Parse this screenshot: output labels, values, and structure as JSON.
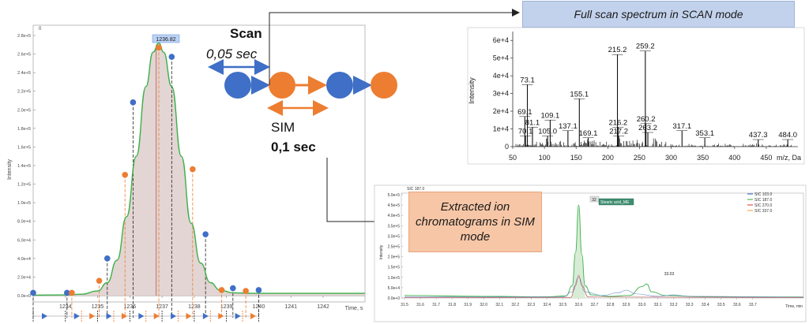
{
  "colors": {
    "scan": "#3f6fc6",
    "sim": "#ed7d31",
    "green": "#3cb04a",
    "fill": "#e3d5d3",
    "boxBlue": "#c3d2ec",
    "boxOrange": "#f6c6a6"
  },
  "annotations": {
    "scan_label": "Scan",
    "scan_time": "0,05 sec",
    "sim_label": "SIM",
    "sim_time": "0,1 sec",
    "fullscan_box": "Full scan spectrum in SCAN mode",
    "eic_box": "Extracted ion\nchromatograms in SIM\nmode"
  },
  "chart_data": [
    {
      "type": "line",
      "name": "peak",
      "top_left_label": "0",
      "ylabel": "Intensity",
      "xlabel": "Time, s",
      "xlim": [
        1233.0,
        1243.3
      ],
      "ylim": [
        0,
        280000
      ],
      "y_ticks": [
        "0.0e+0",
        "2.0e+4",
        "4.0e+4",
        "6.0e+4",
        "8.0e+4",
        "1.0e+5",
        "1.2e+5",
        "1.4e+5",
        "1.6e+5",
        "1.8e+5",
        "2.0e+5",
        "2.2e+5",
        "2.4e+5",
        "2.6e+5",
        "2.8e+5"
      ],
      "x_ticks": [
        "1234",
        "1235",
        "1236",
        "1237",
        "1238",
        "1239",
        "1240",
        "1241",
        "1242"
      ],
      "x_tick_values": [
        1234,
        1235,
        1236,
        1237,
        1238,
        1239,
        1240,
        1241,
        1242
      ],
      "peak_label": "1236.82",
      "peak_label_x": 1236.82,
      "curve": [
        [
          1233.0,
          500
        ],
        [
          1234.0,
          800
        ],
        [
          1234.5,
          1500
        ],
        [
          1235.0,
          5000
        ],
        [
          1235.3,
          14000
        ],
        [
          1235.6,
          38000
        ],
        [
          1235.9,
          85000
        ],
        [
          1236.2,
          150000
        ],
        [
          1236.5,
          225000
        ],
        [
          1236.72,
          262000
        ],
        [
          1236.9,
          272000
        ],
        [
          1237.05,
          262000
        ],
        [
          1237.3,
          225000
        ],
        [
          1237.6,
          150000
        ],
        [
          1237.9,
          78000
        ],
        [
          1238.2,
          35000
        ],
        [
          1238.5,
          14000
        ],
        [
          1238.8,
          6000
        ],
        [
          1239.2,
          3000
        ],
        [
          1239.8,
          2500
        ],
        [
          1241.0,
          2500
        ],
        [
          1243.3,
          2500
        ]
      ],
      "scan_points": [
        [
          1233.0,
          3000
        ],
        [
          1234.05,
          3000
        ],
        [
          1235.3,
          40000
        ],
        [
          1236.1,
          208000
        ],
        [
          1237.3,
          257000
        ],
        [
          1238.35,
          66000
        ],
        [
          1239.2,
          8000
        ],
        [
          1240.0,
          6000
        ]
      ],
      "sim_points": [
        [
          1234.2,
          3000
        ],
        [
          1235.05,
          16000
        ],
        [
          1235.85,
          130000
        ],
        [
          1236.9,
          267000
        ],
        [
          1237.95,
          136000
        ],
        [
          1238.85,
          6000
        ],
        [
          1239.6,
          5000
        ]
      ],
      "scan_markers_x": [
        1233.0,
        1234.0,
        1235.0,
        1236.0,
        1237.0,
        1238.0,
        1239.0,
        1240.0
      ],
      "sim_markers_x": [
        1234.5,
        1235.5,
        1236.5,
        1237.5,
        1238.5,
        1239.5
      ]
    },
    {
      "type": "bar",
      "name": "spectrum",
      "ylabel": "Intensity",
      "xlabel": "m/z, Da",
      "xlim": [
        50,
        500
      ],
      "ylim": [
        0,
        65000
      ],
      "y_ticks": [
        "0",
        "1e+4",
        "2e+4",
        "3e+4",
        "4e+4",
        "5e+4",
        "6e+4"
      ],
      "y_tick_values": [
        0,
        10000,
        20000,
        30000,
        40000,
        50000,
        60000
      ],
      "x_ticks": [
        "50",
        "100",
        "150",
        "200",
        "250",
        "300",
        "350",
        "400",
        "450"
      ],
      "x_tick_values": [
        50,
        100,
        150,
        200,
        250,
        300,
        350,
        400,
        450
      ],
      "peaks": [
        [
          73.1,
          35000
        ],
        [
          69.1,
          17000
        ],
        [
          81.1,
          11000
        ],
        [
          70.1,
          6000
        ],
        [
          109.1,
          15000
        ],
        [
          105.0,
          6000
        ],
        [
          155.1,
          27000
        ],
        [
          137.1,
          9000
        ],
        [
          169.1,
          5000
        ],
        [
          215.2,
          52000
        ],
        [
          259.2,
          54000
        ],
        [
          216.2,
          11000
        ],
        [
          217.2,
          6000
        ],
        [
          260.2,
          13000
        ],
        [
          263.2,
          8000
        ],
        [
          317.1,
          9000
        ],
        [
          353.1,
          5000
        ],
        [
          437.3,
          4000
        ],
        [
          484.0,
          4000
        ]
      ],
      "labels": [
        "73.1",
        "69.1",
        "81.1",
        "70.1",
        "109.1",
        "105.0",
        "155.1",
        "137.1",
        "169.1",
        "215.2",
        "259.2",
        "216.2",
        "217.2",
        "260.2",
        "263.2",
        "317.1",
        "353.1",
        "437.3",
        "484.0"
      ]
    },
    {
      "type": "line",
      "name": "eic",
      "title": "SIC 187.0",
      "ylabel": "Intensity",
      "xlabel": "Time, min",
      "xlim": [
        31.48,
        34.02
      ],
      "ylim": [
        0,
        500000
      ],
      "y_ticks": [
        "0.0e+0",
        "5.0e+4",
        "1.0e+5",
        "1.5e+5",
        "2.0e+5",
        "2.5e+5",
        "3.0e+5",
        "3.5e+5",
        "4.0e+5",
        "4.5e+5",
        "5.0e+5"
      ],
      "y_tick_values": [
        0,
        50000,
        100000,
        150000,
        200000,
        250000,
        300000,
        350000,
        400000,
        450000,
        500000
      ],
      "x_ticks": [
        "31.5",
        "31.6",
        "31.7",
        "31.8",
        "31.9",
        "32.0",
        "32.1",
        "32.2",
        "32.3",
        "32.4",
        "32.5",
        "32.6",
        "32.7",
        "32.8",
        "32.9",
        "33.0",
        "33.1",
        "33.2",
        "33.3",
        "33.4",
        "33.5",
        "33.6",
        "33.7"
      ],
      "x_tick_values": [
        31.5,
        31.6,
        31.7,
        31.8,
        31.9,
        32.0,
        32.1,
        32.2,
        32.3,
        32.4,
        32.5,
        32.6,
        32.7,
        32.8,
        32.9,
        33.0,
        33.1,
        33.2,
        33.3,
        33.4,
        33.5,
        33.6,
        33.7
      ],
      "legend": [
        "SIC 103.0",
        "SIC 187.0",
        "SIC 270.0",
        "SIC 337.0"
      ],
      "legend_colors": [
        "#4a78c8",
        "#5cb85c",
        "#d9534f",
        "#f0ad4e"
      ],
      "peak1_label": "32",
      "peak1_tag": "Stearic acid_ME",
      "peak2_label": "33.03",
      "series": [
        {
          "name": "SIC 187.0",
          "color": "#3cb04a",
          "points": [
            [
              31.5,
              12000
            ],
            [
              32.0,
              8000
            ],
            [
              32.4,
              6000
            ],
            [
              32.52,
              10000
            ],
            [
              32.56,
              60000
            ],
            [
              32.58,
              220000
            ],
            [
              32.6,
              450000
            ],
            [
              32.62,
              210000
            ],
            [
              32.64,
              60000
            ],
            [
              32.68,
              15000
            ],
            [
              32.8,
              8000
            ],
            [
              32.92,
              12000
            ],
            [
              33.0,
              55000
            ],
            [
              33.03,
              68000
            ],
            [
              33.06,
              30000
            ],
            [
              33.15,
              12000
            ],
            [
              33.4,
              6000
            ],
            [
              34.02,
              5000
            ]
          ]
        },
        {
          "name": "SIC 103.0",
          "color": "#6f8fd0",
          "points": [
            [
              31.5,
              5000
            ],
            [
              32.5,
              5000
            ],
            [
              32.56,
              30000
            ],
            [
              32.6,
              100000
            ],
            [
              32.64,
              30000
            ],
            [
              32.75,
              12000
            ],
            [
              32.85,
              25000
            ],
            [
              32.9,
              38000
            ],
            [
              32.96,
              20000
            ],
            [
              33.1,
              8000
            ],
            [
              33.2,
              15000
            ],
            [
              33.3,
              8000
            ],
            [
              34.02,
              4000
            ]
          ]
        },
        {
          "name": "SIC 270.0",
          "color": "#c05050",
          "points": [
            [
              31.5,
              2000
            ],
            [
              32.55,
              3000
            ],
            [
              32.58,
              60000
            ],
            [
              32.6,
              110000
            ],
            [
              32.62,
              60000
            ],
            [
              32.66,
              5000
            ],
            [
              34.02,
              2000
            ]
          ]
        }
      ]
    }
  ]
}
